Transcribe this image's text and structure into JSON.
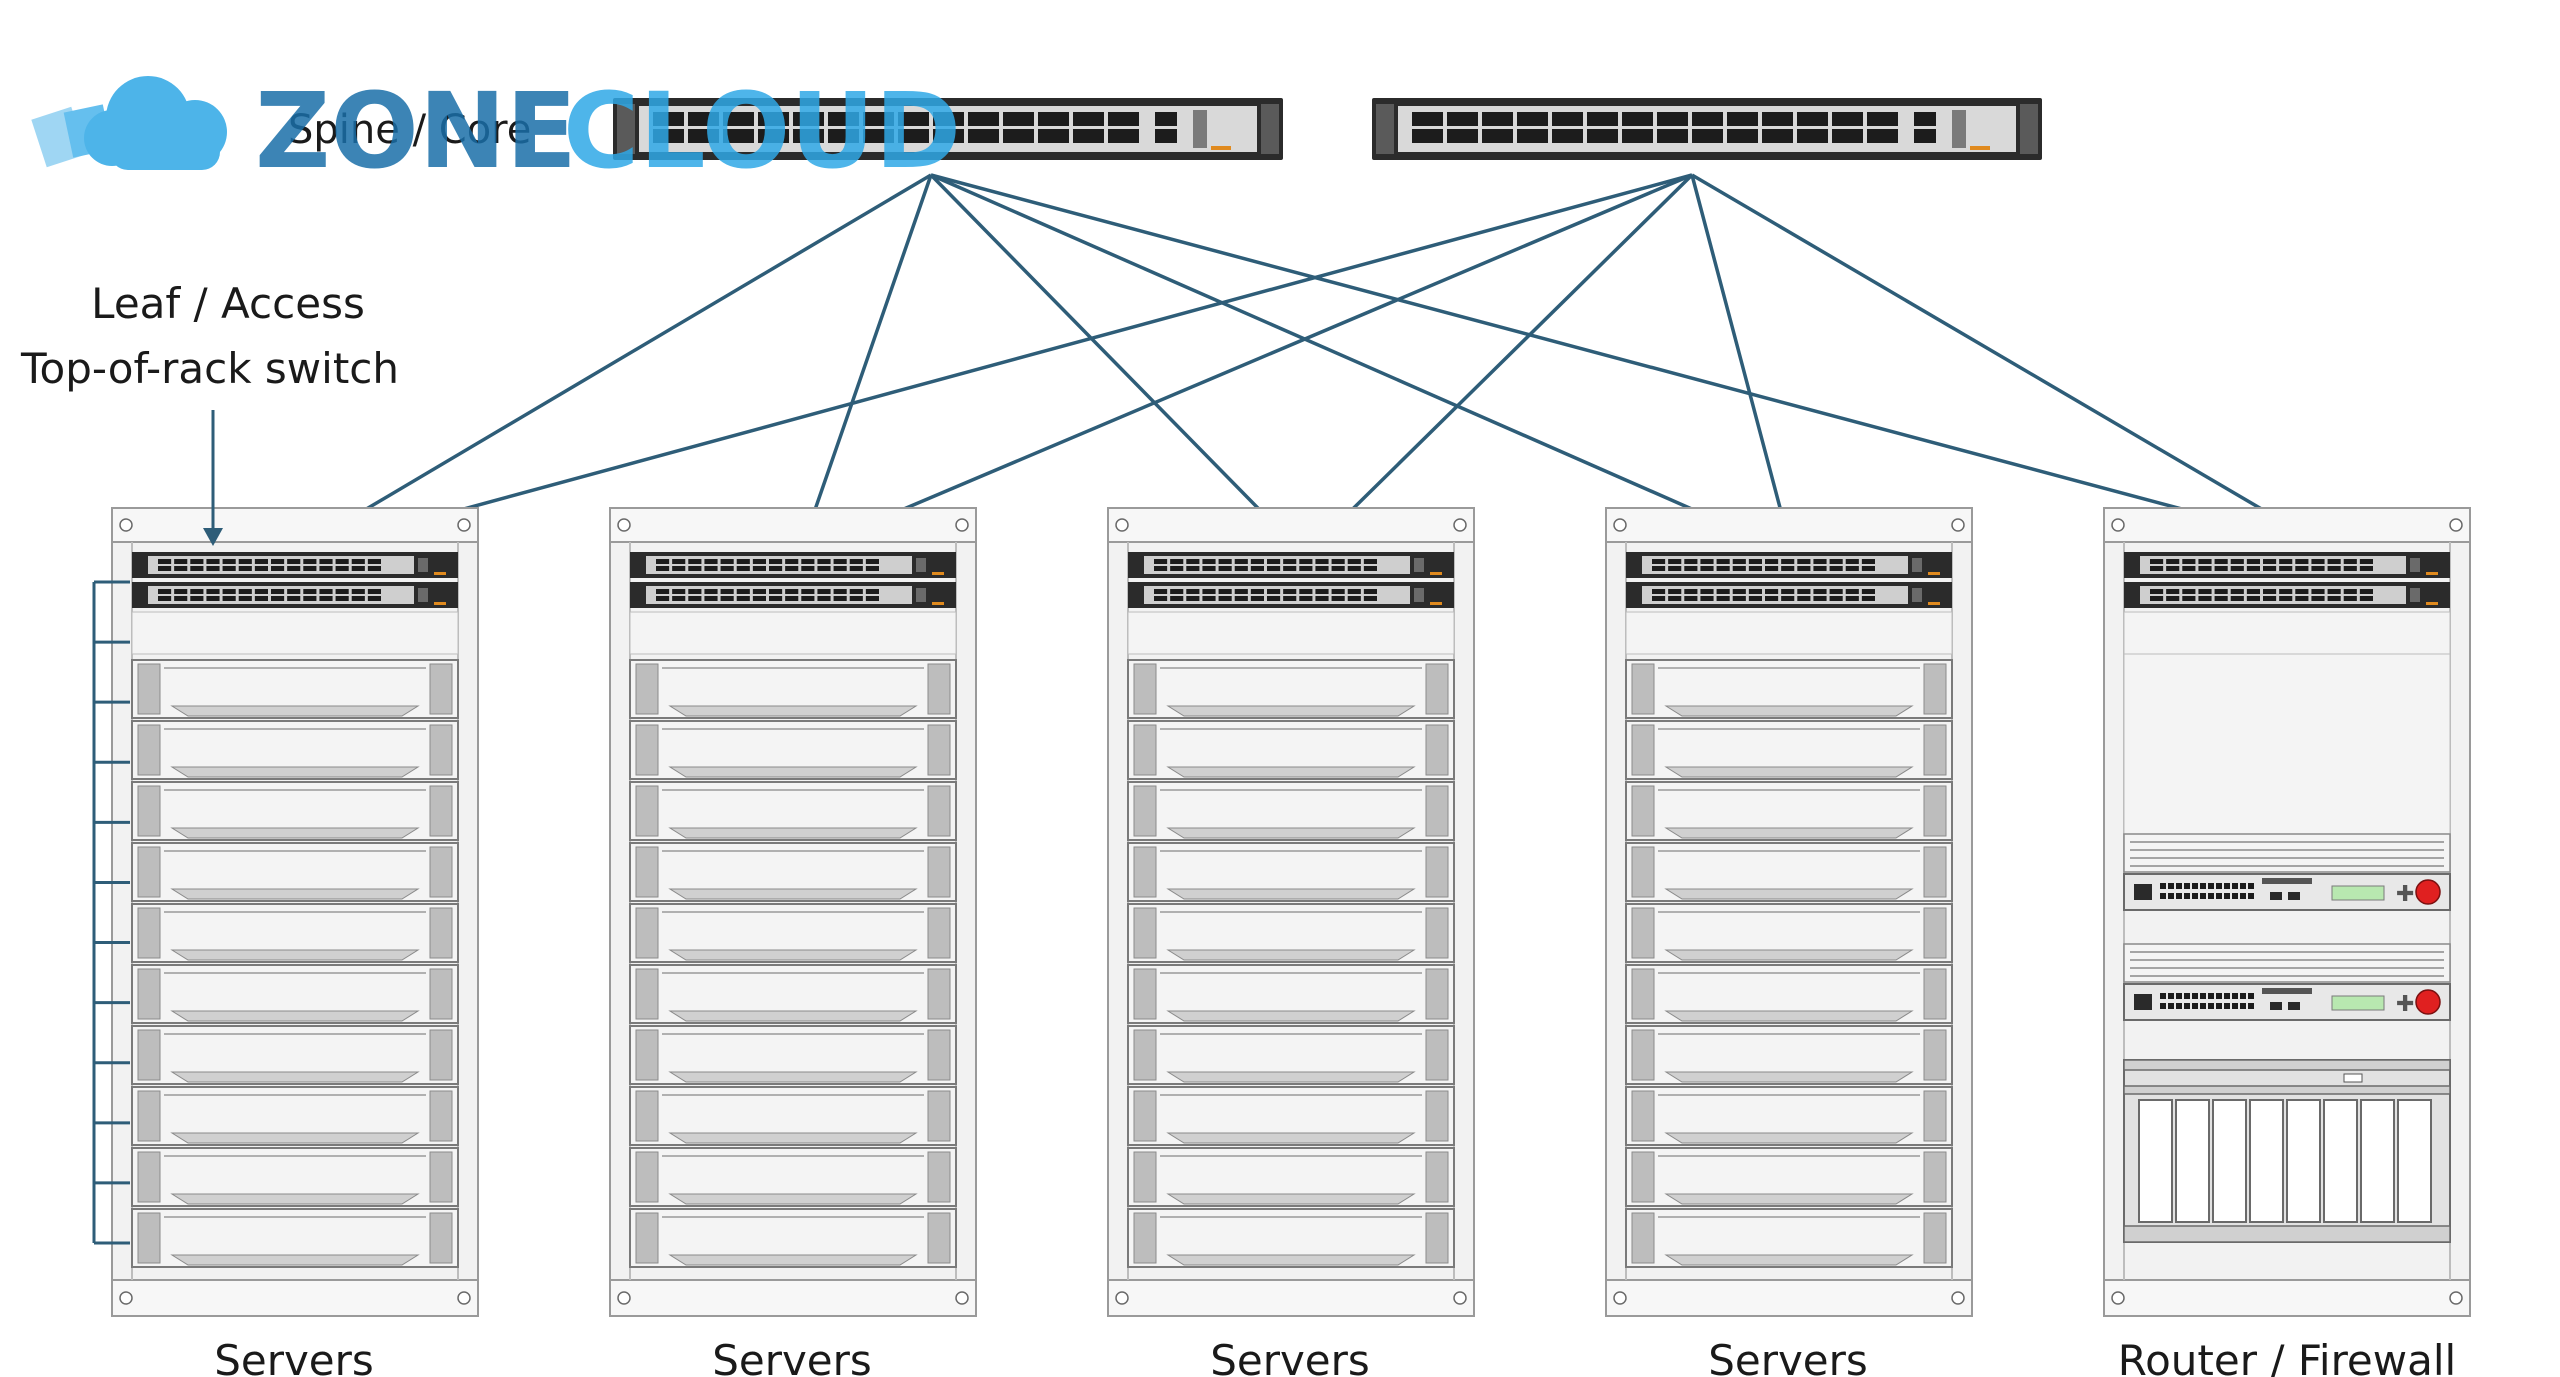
{
  "logo": {
    "word1": "ZONE",
    "word2": "CLOUD",
    "color_dark": "#1a6fa8",
    "color_light": "#2fa8e6",
    "icon": "cloud-icon"
  },
  "labels": {
    "spine": "Spine / Core",
    "leaf_line1": "Leaf / Access",
    "leaf_line2": "Top-of-rack switch",
    "rack_1": "Servers",
    "rack_2": "Servers",
    "rack_3": "Servers",
    "rack_4": "Servers",
    "rack_5": "Router / Firewall"
  },
  "colors": {
    "link": "#2e5d78",
    "switch": "#2b2b2b",
    "rack_frame": "#9a9a9a",
    "firewall_status": "#e02020",
    "firewall_display": "#b8e8b0"
  },
  "connections": [
    {
      "from": "spine-1",
      "to": "rack-1"
    },
    {
      "from": "spine-1",
      "to": "rack-2"
    },
    {
      "from": "spine-1",
      "to": "rack-3"
    },
    {
      "from": "spine-1",
      "to": "rack-4"
    },
    {
      "from": "spine-1",
      "to": "rack-5"
    },
    {
      "from": "spine-2",
      "to": "rack-1"
    },
    {
      "from": "spine-2",
      "to": "rack-2"
    },
    {
      "from": "spine-2",
      "to": "rack-3"
    },
    {
      "from": "spine-2",
      "to": "rack-4"
    },
    {
      "from": "spine-2",
      "to": "rack-5"
    }
  ],
  "racks": [
    {
      "id": "rack-1",
      "kind": "servers",
      "server_units": 10
    },
    {
      "id": "rack-2",
      "kind": "servers",
      "server_units": 10
    },
    {
      "id": "rack-3",
      "kind": "servers",
      "server_units": 10
    },
    {
      "id": "rack-4",
      "kind": "servers",
      "server_units": 10
    },
    {
      "id": "rack-5",
      "kind": "router-firewall",
      "firewall_units": 2,
      "storage_bays": 8
    }
  ]
}
